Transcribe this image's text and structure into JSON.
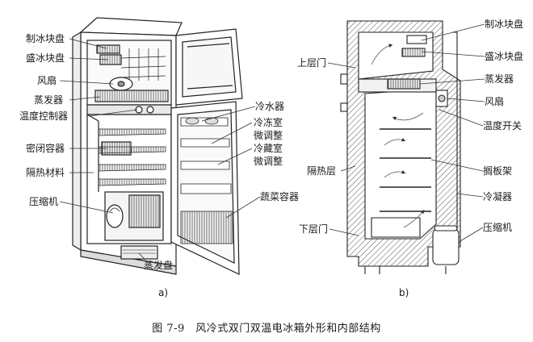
{
  "panel_a": {
    "labels": {
      "ice_tray": "制冰块盘",
      "ice_box": "盛冰块盘",
      "fan": "风扇",
      "evaporator": "蒸发器",
      "thermostat": "温度控制器",
      "sealed_container": "密闭容器",
      "insulation": "隔热材料",
      "compressor": "压缩机",
      "drip_tray": "蒸发盘",
      "water_cooler": "冷水器",
      "freezer_adj_1": "冷冻室",
      "freezer_adj_2": "微调整",
      "fridge_adj_1": "冷藏室",
      "fridge_adj_2": "微调整",
      "veg_container": "蔬菜容器"
    },
    "sublabel": "a)"
  },
  "panel_b": {
    "labels": {
      "upper_door": "上层门",
      "insulation_layer": "隔热层",
      "lower_door": "下层门",
      "ice_tray": "制冰块盘",
      "ice_box": "盛冰块盘",
      "evaporator": "蒸发器",
      "fan": "风扇",
      "temp_switch": "温度开关",
      "shelf": "搁板架",
      "condenser": "冷凝器",
      "compressor": "压缩机"
    },
    "sublabel": "b)"
  },
  "caption": "图 7-9　风冷式双门双温电冰箱外形和内部结构"
}
